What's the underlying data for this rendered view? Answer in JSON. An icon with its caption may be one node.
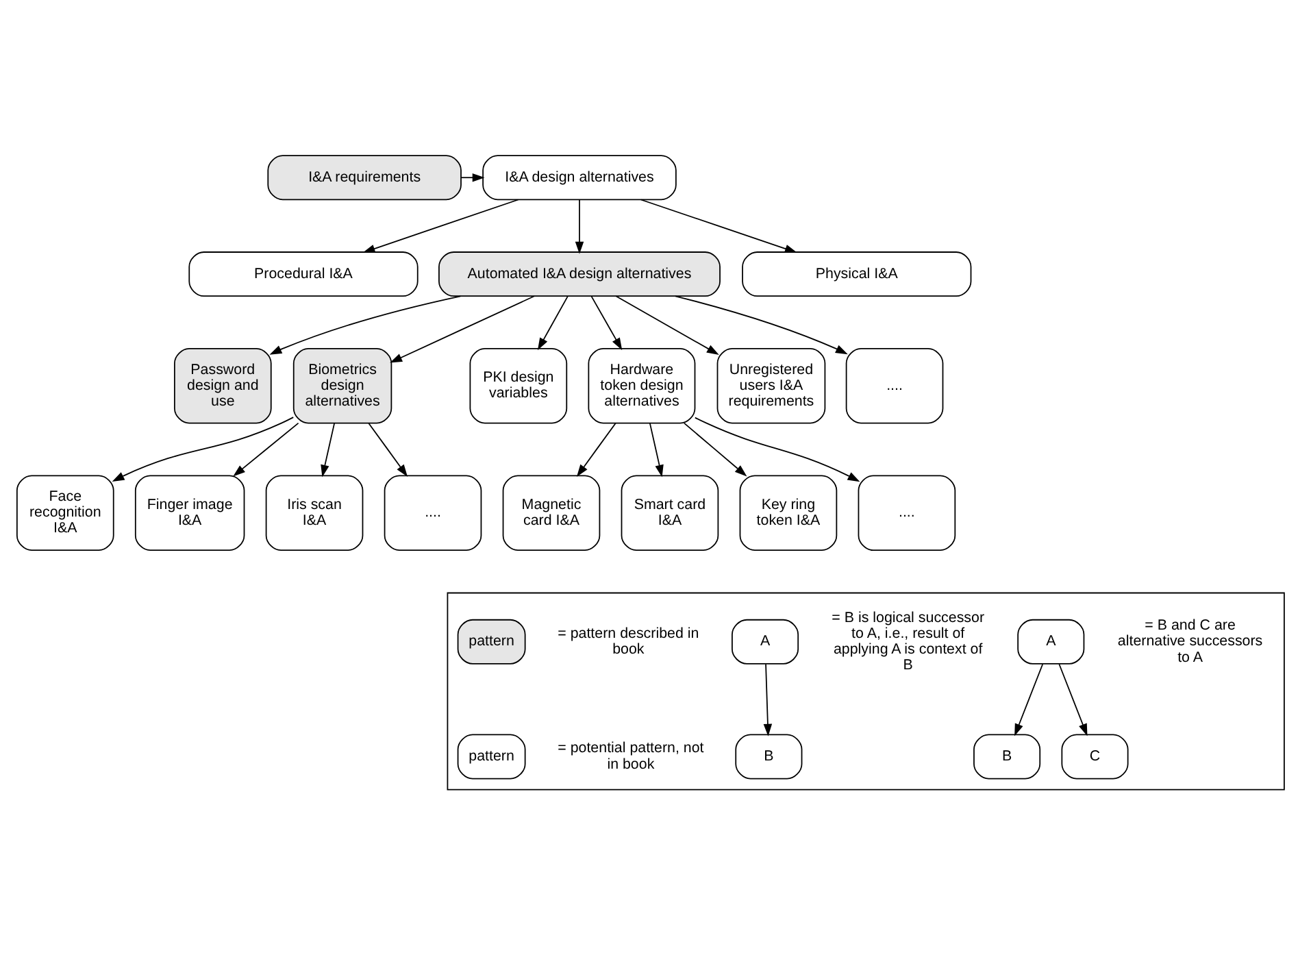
{
  "diagram": {
    "nodes": [
      {
        "text": [
          "I&A requirements"
        ]
      },
      {
        "text": [
          "I&A design alternatives"
        ]
      },
      {
        "text": [
          "Procedural I&A"
        ]
      },
      {
        "text": [
          "Automated I&A design alternatives"
        ]
      },
      {
        "text": [
          "Physical I&A"
        ]
      },
      {
        "text": [
          "Password design and use"
        ]
      },
      {
        "text": [
          "Biometrics design alternatives"
        ]
      },
      {
        "text": [
          "PKI design variables"
        ]
      },
      {
        "text": [
          "Hardware token design alternatives"
        ]
      },
      {
        "text": [
          "Unregistered users I&A requirements"
        ]
      },
      {
        "text": [
          "...."
        ]
      },
      {
        "text": [
          "Face recognition I&A"
        ]
      },
      {
        "text": [
          "Finger image I&A"
        ]
      },
      {
        "text": [
          "Iris scan I&A"
        ]
      },
      {
        "text": [
          "...."
        ]
      },
      {
        "text": [
          "Magnetic card I&A"
        ]
      },
      {
        "text": [
          "Smart card I&A"
        ]
      },
      {
        "text": [
          "Key ring token I&A"
        ]
      },
      {
        "text": [
          "...."
        ]
      },
      {
        "text": [],
        "shape": "box"
      },
      {
        "text": [
          "pattern"
        ],
        "in": 19,
        "beside": [
          "= pattern described in book"
        ]
      },
      {
        "text": [
          "pattern"
        ],
        "in": 19,
        "beside": [
          "= potential pattern, not in book"
        ]
      },
      {
        "text": [
          "A"
        ],
        "in": 19,
        "beside": [
          "= B is logical successor to A, i.e., result of applying A is context of B"
        ]
      },
      {
        "text": [
          "B"
        ],
        "in": 19
      },
      {
        "text": [
          "A"
        ],
        "in": 19,
        "beside": [
          "= B and C are alternative successors to A"
        ]
      },
      {
        "text": [
          "B"
        ],
        "in": 19
      },
      {
        "text": [
          "C"
        ],
        "in": 19
      }
    ],
    "edges": [
      {
        "from": 0,
        "to": 1,
        "arrow": "to"
      },
      {
        "from": 1,
        "to": 2,
        "arrow": "to"
      },
      {
        "from": 1,
        "to": 3,
        "arrow": "to"
      },
      {
        "from": 1,
        "to": 4,
        "arrow": "to"
      },
      {
        "from": 3,
        "to": 5,
        "arrow": "to"
      },
      {
        "from": 3,
        "to": 6,
        "arrow": "to"
      },
      {
        "from": 3,
        "to": 7,
        "arrow": "to"
      },
      {
        "from": 3,
        "to": 8,
        "arrow": "to"
      },
      {
        "from": 3,
        "to": 9,
        "arrow": "to"
      },
      {
        "from": 3,
        "to": 10,
        "arrow": "to"
      },
      {
        "from": 6,
        "to": 11,
        "arrow": "to"
      },
      {
        "from": 6,
        "to": 12,
        "arrow": "to"
      },
      {
        "from": 6,
        "to": 13,
        "arrow": "to"
      },
      {
        "from": 6,
        "to": 14,
        "arrow": "to"
      },
      {
        "from": 8,
        "to": 15,
        "arrow": "to"
      },
      {
        "from": 8,
        "to": 16,
        "arrow": "to"
      },
      {
        "from": 8,
        "to": 17,
        "arrow": "to"
      },
      {
        "from": 8,
        "to": 18,
        "arrow": "to"
      },
      {
        "from": 22,
        "to": 23,
        "arrow": "to"
      },
      {
        "from": 24,
        "to": 25,
        "arrow": "to"
      },
      {
        "from": 24,
        "to": 26,
        "arrow": "to"
      }
    ]
  }
}
